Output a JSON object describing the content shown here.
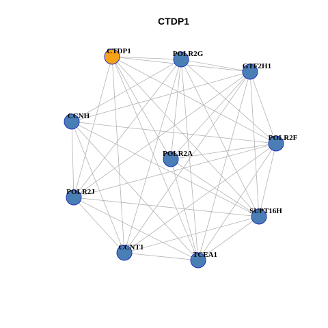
{
  "title": "CTDP1",
  "colors": {
    "focus": "#f5a21a",
    "default": "#4a7fb5",
    "border": "#1f30b8",
    "edge": "#b3b3b3"
  },
  "nodes": [
    {
      "id": "CTDP1",
      "label": "CTDP1",
      "focus": true
    },
    {
      "id": "POLR2G",
      "label": "POLR2G",
      "focus": false
    },
    {
      "id": "GTF2H1",
      "label": "GTF2H1",
      "focus": false
    },
    {
      "id": "CCNH",
      "label": "CCNH",
      "focus": false
    },
    {
      "id": "POLR2F",
      "label": "POLR2F",
      "focus": false
    },
    {
      "id": "POLR2A",
      "label": "POLR2A",
      "focus": false
    },
    {
      "id": "POLR2J",
      "label": "POLR2J",
      "focus": false
    },
    {
      "id": "SUPT16H",
      "label": "SUPT16H",
      "focus": false
    },
    {
      "id": "CCNT1",
      "label": "CCNT1",
      "focus": false
    },
    {
      "id": "TCEA1",
      "label": "TCEA1",
      "focus": false
    }
  ],
  "edges": [
    [
      "CTDP1",
      "POLR2G"
    ],
    [
      "CTDP1",
      "GTF2H1"
    ],
    [
      "CTDP1",
      "POLR2F"
    ],
    [
      "CTDP1",
      "POLR2A"
    ],
    [
      "CTDP1",
      "POLR2J"
    ],
    [
      "CTDP1",
      "SUPT16H"
    ],
    [
      "CTDP1",
      "CCNT1"
    ],
    [
      "CTDP1",
      "TCEA1"
    ],
    [
      "POLR2G",
      "GTF2H1"
    ],
    [
      "POLR2G",
      "CCNH"
    ],
    [
      "POLR2G",
      "POLR2F"
    ],
    [
      "POLR2G",
      "POLR2A"
    ],
    [
      "POLR2G",
      "POLR2J"
    ],
    [
      "POLR2G",
      "SUPT16H"
    ],
    [
      "POLR2G",
      "CCNT1"
    ],
    [
      "POLR2G",
      "TCEA1"
    ],
    [
      "GTF2H1",
      "CCNH"
    ],
    [
      "GTF2H1",
      "POLR2F"
    ],
    [
      "GTF2H1",
      "POLR2A"
    ],
    [
      "GTF2H1",
      "POLR2J"
    ],
    [
      "GTF2H1",
      "SUPT16H"
    ],
    [
      "GTF2H1",
      "CCNT1"
    ],
    [
      "GTF2H1",
      "TCEA1"
    ],
    [
      "CCNH",
      "POLR2F"
    ],
    [
      "CCNH",
      "POLR2J"
    ],
    [
      "CCNH",
      "SUPT16H"
    ],
    [
      "CCNH",
      "CCNT1"
    ],
    [
      "CCNH",
      "TCEA1"
    ],
    [
      "POLR2F",
      "POLR2A"
    ],
    [
      "POLR2F",
      "POLR2J"
    ],
    [
      "POLR2F",
      "SUPT16H"
    ],
    [
      "POLR2F",
      "CCNT1"
    ],
    [
      "POLR2F",
      "TCEA1"
    ],
    [
      "POLR2A",
      "SUPT16H"
    ],
    [
      "POLR2A",
      "TCEA1"
    ],
    [
      "POLR2J",
      "SUPT16H"
    ],
    [
      "POLR2J",
      "CCNT1"
    ],
    [
      "POLR2J",
      "TCEA1"
    ],
    [
      "SUPT16H",
      "CCNT1"
    ],
    [
      "SUPT16H",
      "TCEA1"
    ],
    [
      "CCNT1",
      "TCEA1"
    ]
  ]
}
